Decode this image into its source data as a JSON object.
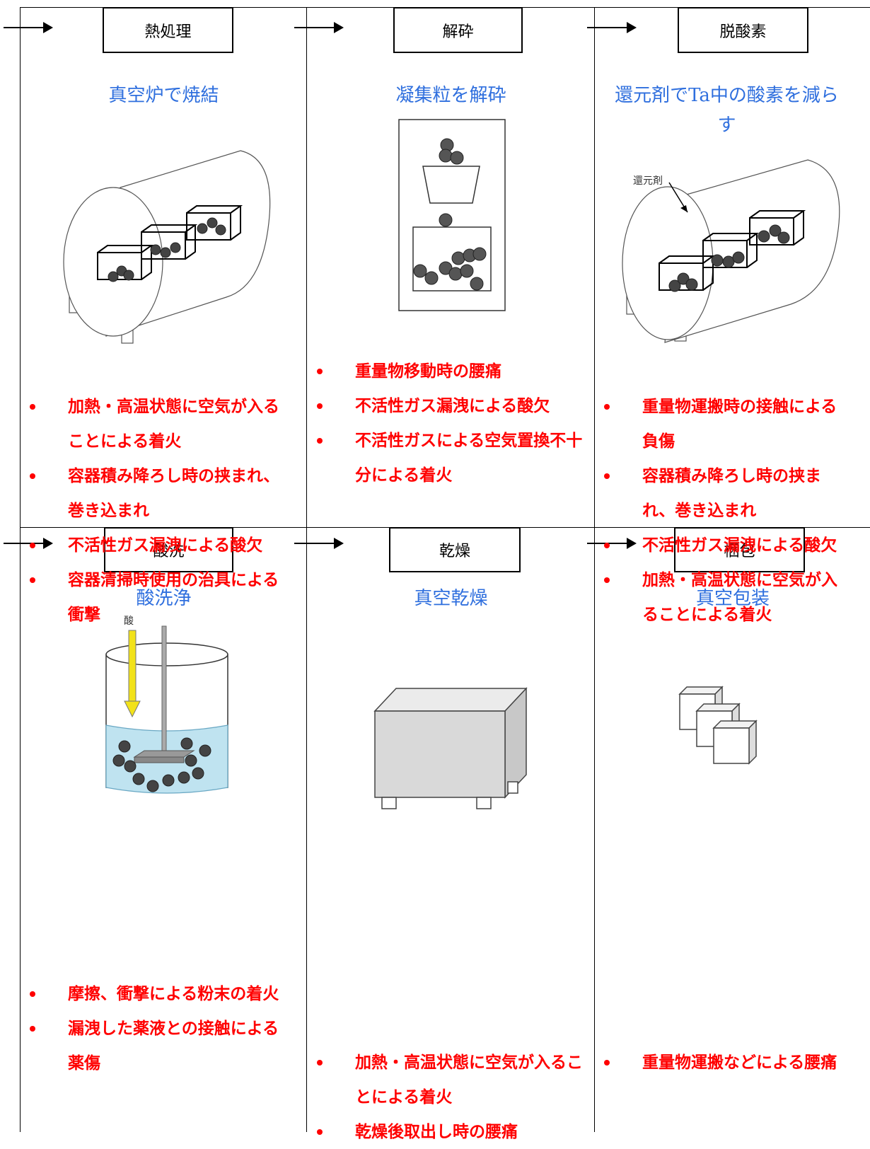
{
  "steps": [
    {
      "name": "熱処理",
      "title": "真空炉で焼結",
      "hazards": [
        "加熱・高温状態に空気が入ることによる着火",
        "容器積み降ろし時の挟まれ、巻き込まれ",
        "不活性ガス漏洩による酸欠",
        "容器清掃時使用の治具による衝撃"
      ]
    },
    {
      "name": "解砕",
      "title": "凝集粒を解砕",
      "hazards": [
        "重量物移動時の腰痛",
        "不活性ガス漏洩による酸欠",
        "不活性ガスによる空気置換不十分による着火"
      ]
    },
    {
      "name": "脱酸素",
      "title": "還元剤でTa中の酸素を減らす",
      "diagram_label": "還元剤",
      "hazards": [
        "重量物運搬時の接触による負傷",
        "容器積み降ろし時の挟まれ、巻き込まれ",
        "不活性ガス漏洩による酸欠",
        "加熱・高温状態に空気が入ることによる着火"
      ]
    },
    {
      "name": "酸洗",
      "title": "酸洗浄",
      "diagram_label": "酸",
      "hazards": [
        "摩擦、衝撃による粉末の着火",
        "漏洩した薬液との接触による薬傷"
      ]
    },
    {
      "name": "乾燥",
      "title": "真空乾燥",
      "hazards": [
        "加熱・高温状態に空気が入ることによる着火",
        "乾燥後取出し時の腰痛"
      ]
    },
    {
      "name": "梱包",
      "title": "真空包装",
      "hazards": [
        "重量物運搬などによる腰痛"
      ]
    }
  ],
  "colors": {
    "title": "#2f6fde",
    "hazard": "#ff0000",
    "liquid": "#bfe3f0",
    "acid_arrow": "#f2e21a",
    "box_gray": "#d9d9d9"
  },
  "icons": [
    "vacuum-furnace-icon",
    "crusher-icon",
    "deoxidation-furnace-icon",
    "acid-wash-tank-icon",
    "vacuum-dryer-icon",
    "package-boxes-icon"
  ]
}
